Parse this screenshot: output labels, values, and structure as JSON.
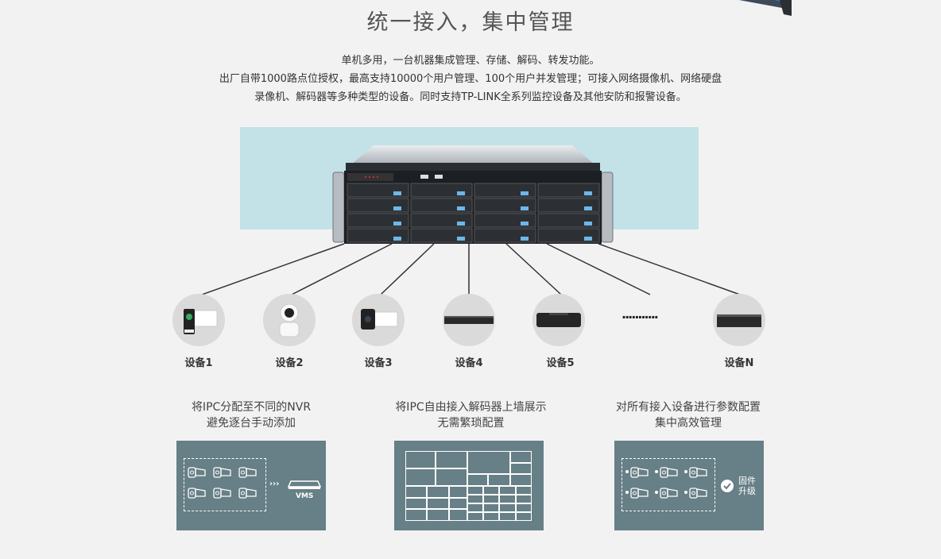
{
  "header": {
    "title": "统一接入，集中管理",
    "lines": [
      "单机多用，一台机器集成管理、存储、解码、转发功能。",
      "出厂自带1000路点位授权，最高支持10000个用户管理、100个用户并发管理；可接入网络摄像机、网络硬盘",
      "录像机、解码器等多种类型的设备。同时支持TP-LINK全系列监控设备及其他安防和报警设备。"
    ]
  },
  "colors": {
    "page_bg": "#f2f2f2",
    "band": "#c2e2e8",
    "panel": "#677f86",
    "circle": "#dadada"
  },
  "devices": [
    {
      "label": "设备1",
      "icon": "bullet-camera-icon"
    },
    {
      "label": "设备2",
      "icon": "dome-camera-icon"
    },
    {
      "label": "设备3",
      "icon": "bullet-camera-icon"
    },
    {
      "label": "设备4",
      "icon": "nvr-icon"
    },
    {
      "label": "设备5",
      "icon": "nvr-box-icon"
    },
    {
      "label": "",
      "icon": "ellipsis"
    },
    {
      "label": "设备N",
      "icon": "nvr-icon"
    }
  ],
  "ellipsis": "···········",
  "features": [
    {
      "line1": "将IPC分配至不同的NVR",
      "line2": "避免逐台手动添加",
      "vms_label": "VMS"
    },
    {
      "line1": "将IPC自由接入解码器上墙展示",
      "line2": "无需繁琐配置"
    },
    {
      "line1": "对所有接入设备进行参数配置",
      "line2": "集中高效管理",
      "badge_line1": "固件",
      "badge_line2": "升级"
    }
  ]
}
